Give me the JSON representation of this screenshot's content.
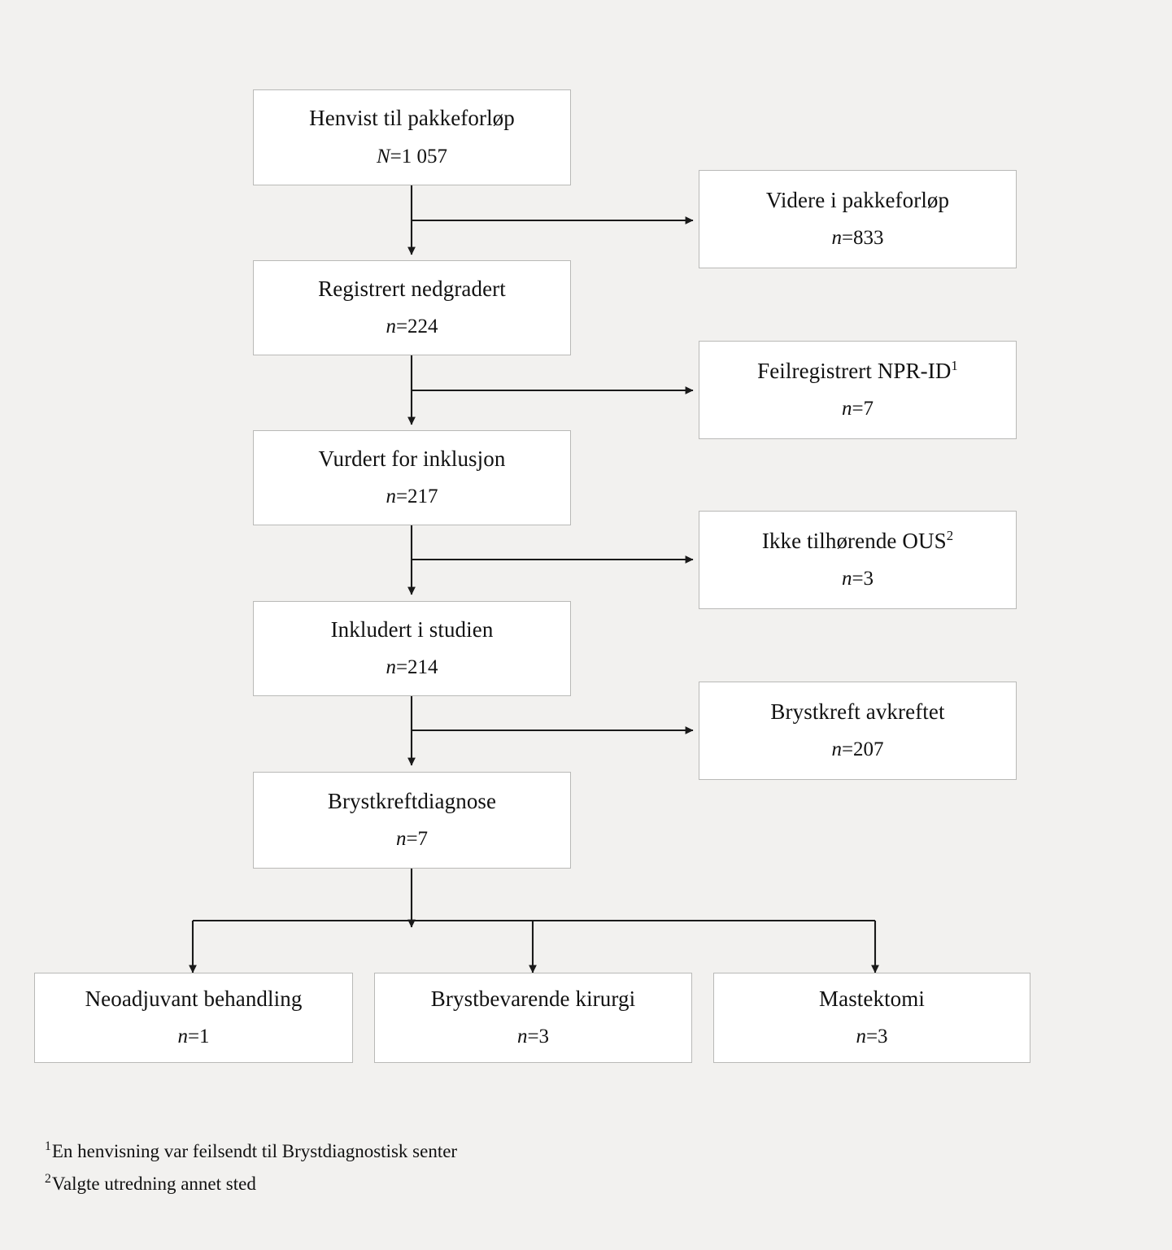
{
  "figure": {
    "type": "flowchart",
    "language": "no",
    "background_color": "#f2f1ef",
    "box_fill": "#ffffff",
    "box_border_color": "#b9b9b7",
    "connector_color": "#1a1a1a"
  },
  "main_flow": [
    {
      "id": "henvist",
      "title": "Henvist til pakkeforløp",
      "symbol": "N",
      "equals": "=",
      "value": "1 057",
      "count_text": "N = 1 057"
    },
    {
      "id": "nedgradert",
      "title": "Registrert nedgradert",
      "symbol": "n",
      "equals": "=",
      "value": "224",
      "count_text": "n = 224"
    },
    {
      "id": "vurdert",
      "title": "Vurdert for inklusjon",
      "symbol": "n",
      "equals": "=",
      "value": "217",
      "count_text": "n = 217"
    },
    {
      "id": "inkludert",
      "title": "Inkludert i studien",
      "symbol": "n",
      "equals": "=",
      "value": "214",
      "count_text": "n = 214"
    },
    {
      "id": "diagnose",
      "title": "Brystkreftdiagnose",
      "symbol": "n",
      "equals": "=",
      "value": "7",
      "count_text": "n = 7"
    }
  ],
  "side_branches": [
    {
      "id": "videre",
      "title": "Videre i pakkeforløp",
      "footnote_marker": "",
      "symbol": "n",
      "equals": "=",
      "value": "833",
      "count_text": "n = 833"
    },
    {
      "id": "feilregistrert",
      "title": "Feilregistrert NPR-ID",
      "footnote_marker": "1",
      "symbol": "n",
      "equals": "=",
      "value": "7",
      "count_text": "n = 7"
    },
    {
      "id": "ikke-ous",
      "title": "Ikke tilhørende OUS",
      "footnote_marker": "2",
      "symbol": "n",
      "equals": "=",
      "value": "3",
      "count_text": "n = 3"
    },
    {
      "id": "avkreftet",
      "title": "Brystkreft avkreftet",
      "footnote_marker": "",
      "symbol": "n",
      "equals": "=",
      "value": "207",
      "count_text": "n = 207"
    }
  ],
  "outcomes": [
    {
      "id": "neoadjuvant",
      "title": "Neoadjuvant behandling",
      "symbol": "n",
      "equals": "=",
      "value": "1",
      "count_text": "n = 1"
    },
    {
      "id": "brystbevarende",
      "title": "Brystbevarende kirurgi",
      "symbol": "n",
      "equals": "=",
      "value": "3",
      "count_text": "n = 3"
    },
    {
      "id": "mastektomi",
      "title": "Mastektomi",
      "symbol": "n",
      "equals": "=",
      "value": "3",
      "count_text": "n = 3"
    }
  ],
  "footnotes": [
    {
      "marker": "1",
      "text": "En henvisning var feilsendt til Brystdiagnostisk senter"
    },
    {
      "marker": "2",
      "text": "Valgte utredning annet sted"
    }
  ]
}
